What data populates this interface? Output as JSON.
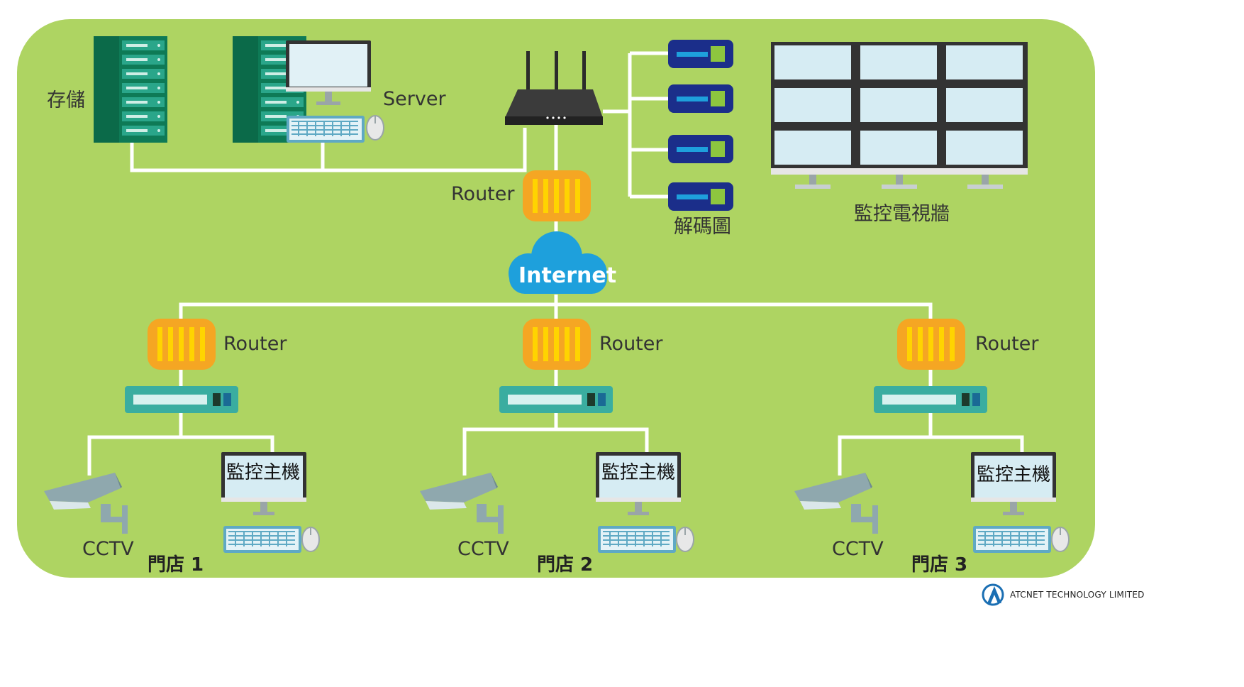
{
  "labels": {
    "storage": "存儲",
    "server": "Server",
    "router_top": "Router",
    "internet": "Internet",
    "decoder": "解碼圖",
    "video_wall": "監控電視牆"
  },
  "stores": [
    {
      "router": "Router",
      "host_screen": "監控主機",
      "cctv": "CCTV",
      "name": "門店 1"
    },
    {
      "router": "Router",
      "host_screen": "監控主機",
      "cctv": "CCTV",
      "name": "門店 2"
    },
    {
      "router": "Router",
      "host_screen": "監控主機",
      "cctv": "CCTV",
      "name": "門店 3"
    }
  ],
  "brand": "ATCNET TECHNOLOGY LIMITED",
  "colors": {
    "background_panel": "#aed462",
    "connector_line": "#ffffff",
    "router_orange": "#f5a623",
    "router_stripe": "#ffd400",
    "storage_green": "#0e7a56",
    "decoder_blue": "#1b2e8a",
    "decoder_accent": "#8dc63f",
    "switch_teal": "#3aada0",
    "cloud_blue": "#1ea0dc",
    "monitor_screen": "#d6ecf3",
    "camera_gray": "#8fa8ae"
  }
}
